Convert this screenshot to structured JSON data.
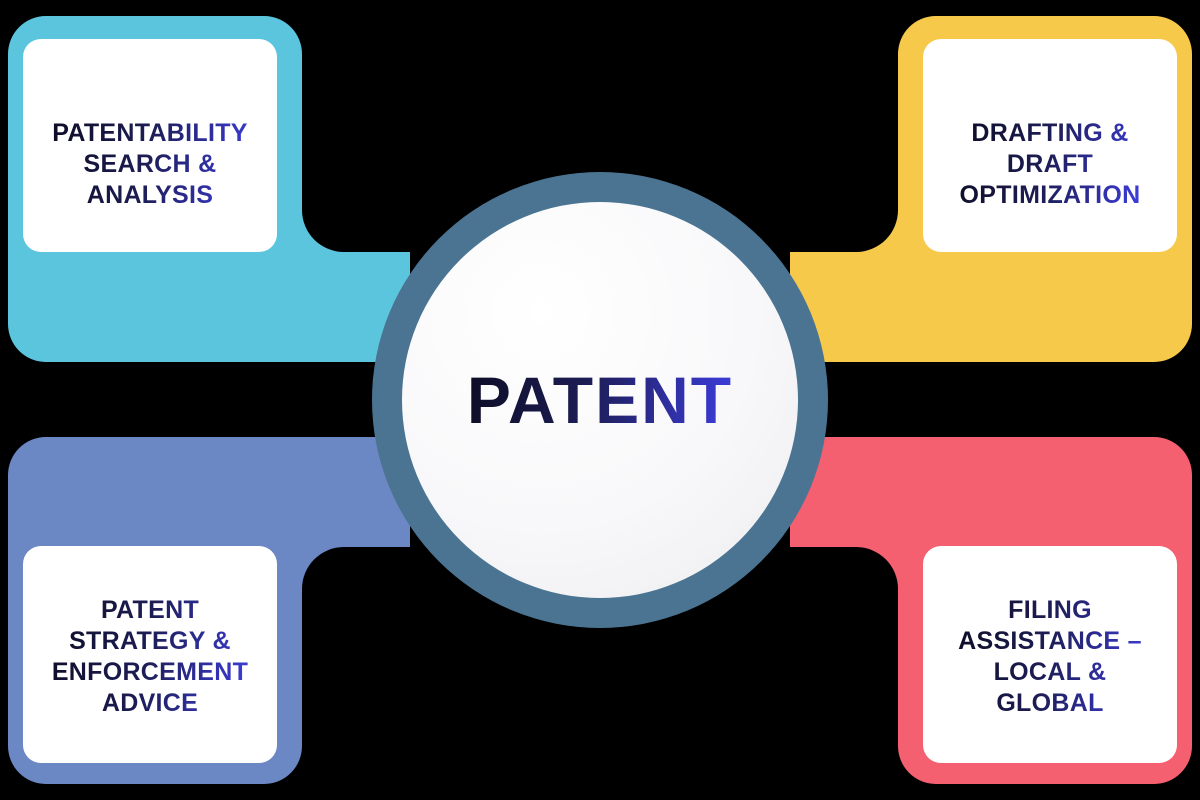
{
  "center": {
    "label": "PATENT"
  },
  "quadrants": [
    {
      "position": "top-left",
      "color": "#5CC5DE",
      "label": "PATENTABILITY SEARCH & ANALYSIS",
      "lines": [
        "PATENTABILITY",
        "SEARCH &",
        "ANALYSIS"
      ]
    },
    {
      "position": "top-right",
      "color": "#F6C94A",
      "label": "DRAFTING & DRAFT OPTIMIZATION",
      "lines": [
        "DRAFTING &",
        "DRAFT",
        "OPTIMIZATION"
      ]
    },
    {
      "position": "bottom-left",
      "color": "#6B87C4",
      "label": "PATENT STRATEGY & ENFORCEMENT ADVICE",
      "lines": [
        "PATENT",
        "STRATEGY &",
        "ENFORCEMENT",
        "ADVICE"
      ]
    },
    {
      "position": "bottom-right",
      "color": "#F4606F",
      "label": "FILING ASSISTANCE – LOCAL & GLOBAL",
      "lines": [
        "FILING",
        "ASSISTANCE –",
        "LOCAL &",
        "GLOBAL"
      ]
    }
  ],
  "colors": {
    "background": "#000000",
    "ring": "#4A7492",
    "card": "#FFFFFF",
    "text_gradient_start": "#0D0D26",
    "text_gradient_mid": "#1D1D55",
    "text_gradient_end": "#3D3DDE"
  }
}
